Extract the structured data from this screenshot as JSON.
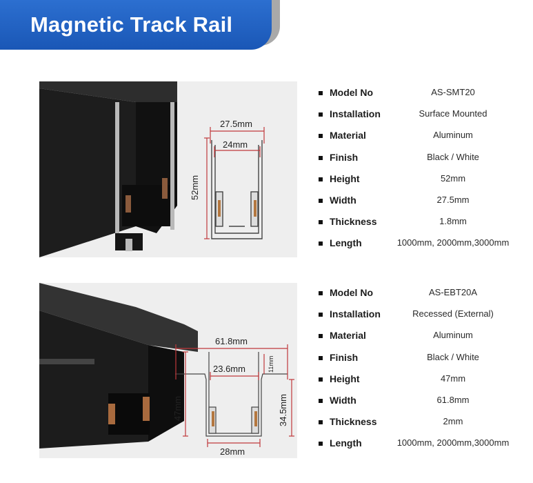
{
  "title": "Magnetic Track Rail",
  "products": [
    {
      "dimensions": {
        "outer_width": "27.5mm",
        "inner_width": "24mm",
        "height": "52mm"
      },
      "specs": [
        {
          "label": "Model No",
          "value": "AS-SMT20"
        },
        {
          "label": "Installation",
          "value": "Surface Mounted"
        },
        {
          "label": "Material",
          "value": "Aluminum"
        },
        {
          "label": "Finish",
          "value": "Black / White"
        },
        {
          "label": "Height",
          "value": "52mm"
        },
        {
          "label": "Width",
          "value": "27.5mm"
        },
        {
          "label": "Thickness",
          "value": "1.8mm"
        },
        {
          "label": "Length",
          "value": "1000mm, 2000mm,3000mm"
        }
      ]
    },
    {
      "dimensions": {
        "flange_width": "61.8mm",
        "inner_width": "23.6mm",
        "flange_height": "11mm",
        "height": "47mm",
        "body_height": "34.5mm",
        "bottom_width": "28mm"
      },
      "specs": [
        {
          "label": "Model No",
          "value": "AS-EBT20A"
        },
        {
          "label": "Installation",
          "value": "Recessed (External)"
        },
        {
          "label": "Material",
          "value": "Aluminum"
        },
        {
          "label": "Finish",
          "value": "Black / White"
        },
        {
          "label": "Height",
          "value": "47mm"
        },
        {
          "label": "Width",
          "value": "61.8mm"
        },
        {
          "label": "Thickness",
          "value": "2mm"
        },
        {
          "label": "Length",
          "value": "1000mm, 2000mm,3000mm"
        }
      ]
    }
  ]
}
